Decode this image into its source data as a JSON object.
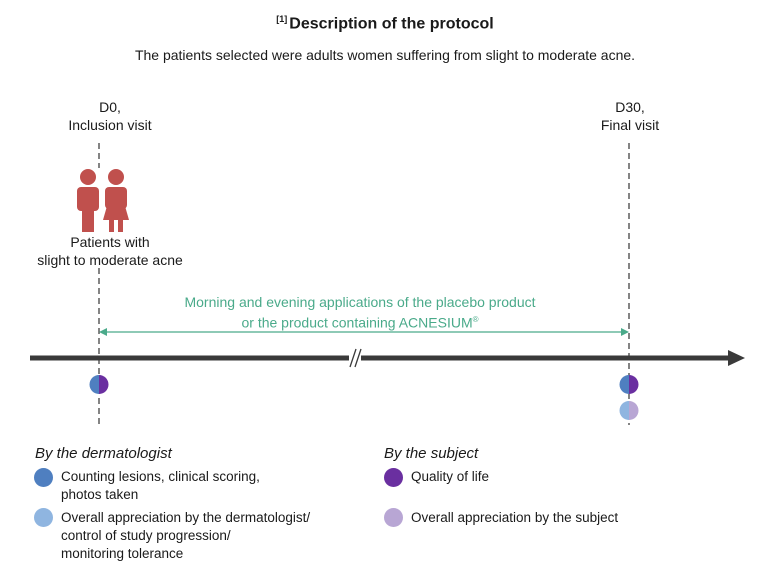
{
  "header": {
    "ref": "[1]",
    "title": "Description of the protocol",
    "subtitle": "The patients selected were adults women suffering from slight to moderate acne."
  },
  "timeline": {
    "d0_line1": "D0,",
    "d0_line2": "Inclusion visit",
    "d30_line1": "D30,",
    "d30_line2": "Final visit",
    "patients_line1": "Patients with",
    "patients_line2": "slight to moderate acne",
    "applications_line1": "Morning and evening applications of the placebo product",
    "applications_line2": "or the product containing ACNESIUM",
    "applications_mark": "®"
  },
  "legend": {
    "dermatologist": {
      "heading": "By the dermatologist",
      "items": [
        {
          "line1": "Counting lesions, clinical scoring,",
          "line2": "photos taken",
          "line3": "",
          "color": "#4f7fc0"
        },
        {
          "line1": "Overall appreciation by the dermatologist/",
          "line2": "control of study progression/",
          "line3": "monitoring tolerance",
          "color": "#8fb5e0"
        }
      ]
    },
    "subject": {
      "heading": "By the subject",
      "items": [
        {
          "line1": "Quality of life",
          "color": "#6a2fa0"
        },
        {
          "line1": "Overall appreciation by the subject",
          "color": "#b8a6d4"
        }
      ]
    }
  },
  "colors": {
    "axis": "#3a3a3a",
    "accent_green": "#4aaa8a",
    "figure_red": "#c0504d",
    "dermatologist_dark": "#4f7fc0",
    "dermatologist_light": "#8fb5e0",
    "subject_dark": "#6a2fa0",
    "subject_light": "#b8a6d4"
  },
  "icons": [
    "woman-patient-icon",
    "man-patient-icon"
  ]
}
